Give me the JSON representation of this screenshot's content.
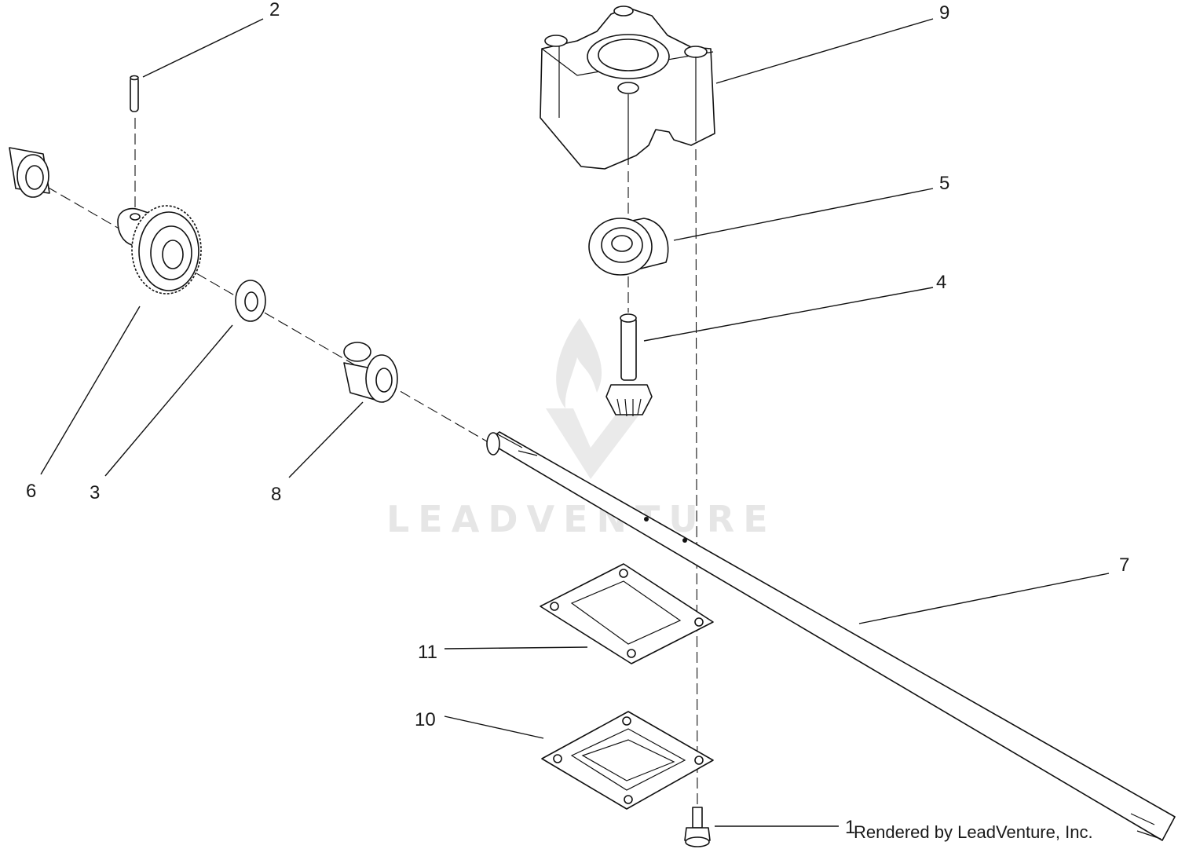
{
  "callouts": [
    {
      "id": "1",
      "label": "1"
    },
    {
      "id": "2",
      "label": "2"
    },
    {
      "id": "3",
      "label": "3"
    },
    {
      "id": "4",
      "label": "4"
    },
    {
      "id": "5",
      "label": "5"
    },
    {
      "id": "6",
      "label": "6"
    },
    {
      "id": "7",
      "label": "7"
    },
    {
      "id": "8",
      "label": "8"
    },
    {
      "id": "9",
      "label": "9"
    },
    {
      "id": "10",
      "label": "10"
    },
    {
      "id": "11",
      "label": "11"
    }
  ],
  "credit": "Rendered by LeadVenture, Inc.",
  "watermark": "LEADVENTURE"
}
